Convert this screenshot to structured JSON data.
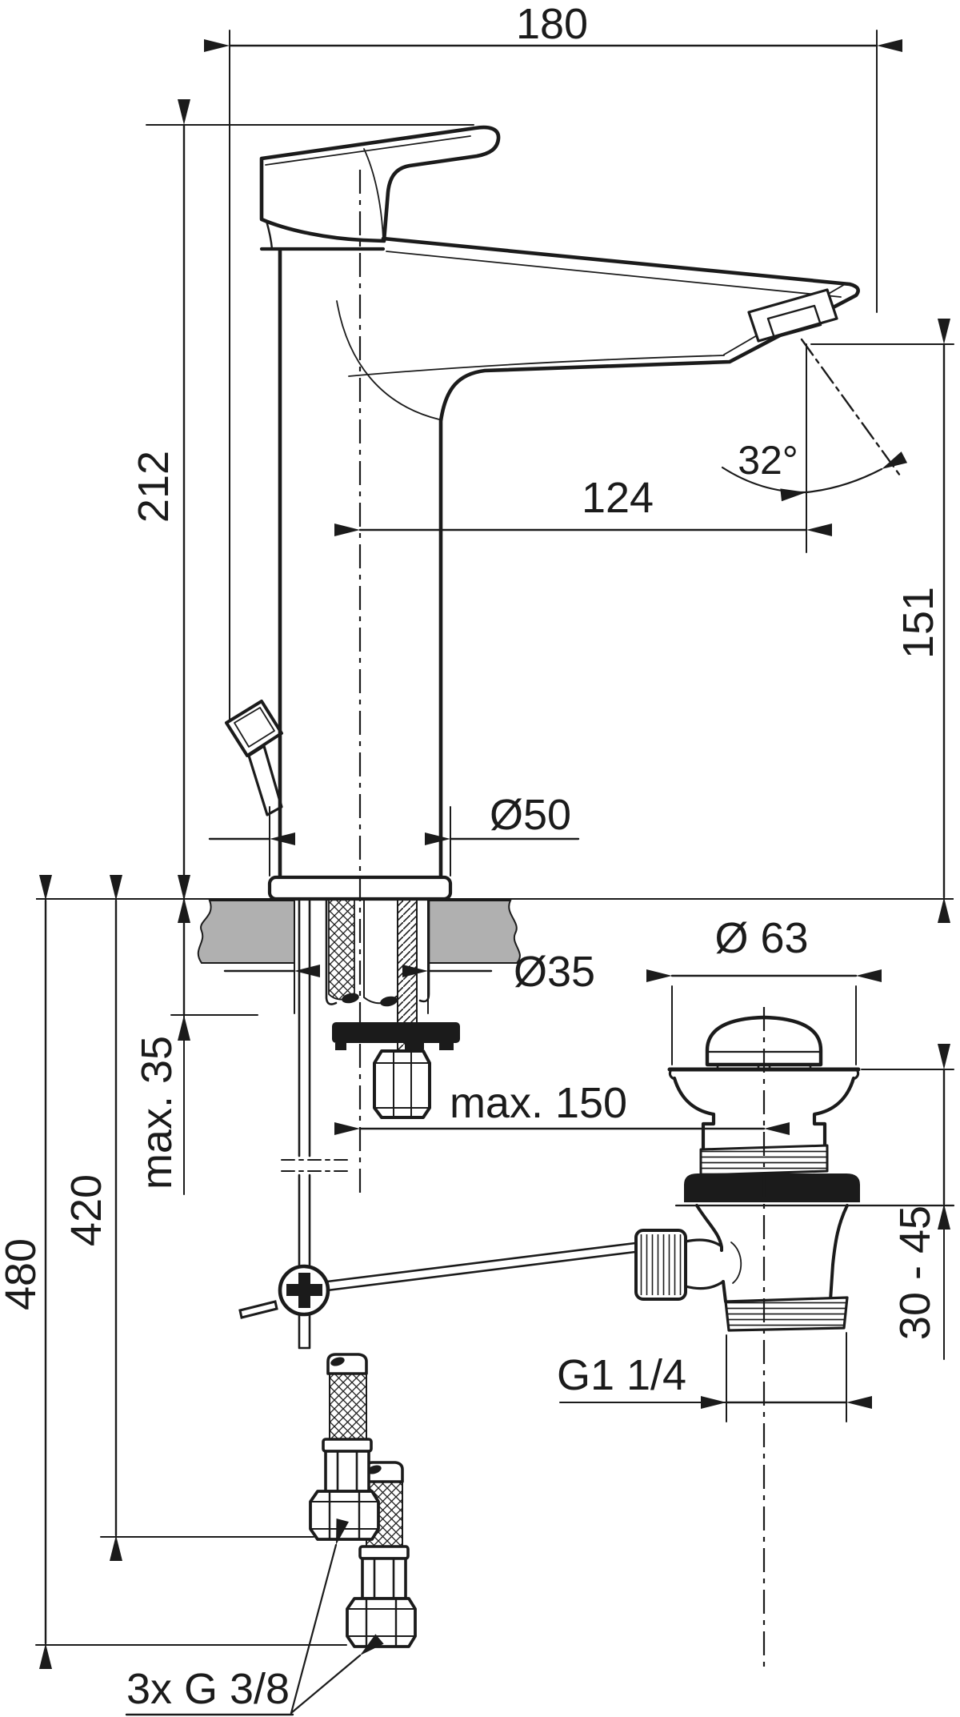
{
  "drawing": {
    "kind": "technical-installation-drawing",
    "subject": "single-lever-basin-mixer-with-pop-up-waste",
    "colors": {
      "line": "#1b1b1b",
      "counter_fill": "#b0b0b0",
      "background": "#ffffff"
    },
    "labels": {
      "d180": "180",
      "d212": "212",
      "d124": "124",
      "angle32": "32°",
      "d151": "151",
      "dia50": "Ø50",
      "dia35": "Ø35",
      "dia63": "Ø 63",
      "max35": "max. 35",
      "max150": "max. 150",
      "d420": "420",
      "d480": "480",
      "range3045": "30 - 45",
      "g114": "G1 1/4",
      "g38": "3x G 3/8"
    }
  }
}
